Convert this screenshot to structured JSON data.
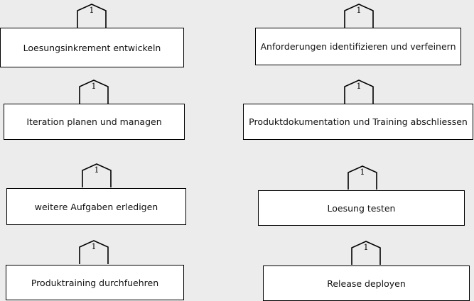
{
  "tasks": [
    {
      "label": "Loesungsinkrement entwickeln",
      "multiplicity": "1"
    },
    {
      "label": "Anforderungen identifizieren und verfeinern",
      "multiplicity": "1"
    },
    {
      "label": "Iteration planen und managen",
      "multiplicity": "1"
    },
    {
      "label": "Produktdokumentation und Training abschliessen",
      "multiplicity": "1"
    },
    {
      "label": "weitere Aufgaben erledigen",
      "multiplicity": "1"
    },
    {
      "label": "Loesung testen",
      "multiplicity": "1"
    },
    {
      "label": "Produktraining durchfuehren",
      "multiplicity": "1"
    },
    {
      "label": "Release deployen",
      "multiplicity": "1"
    }
  ]
}
